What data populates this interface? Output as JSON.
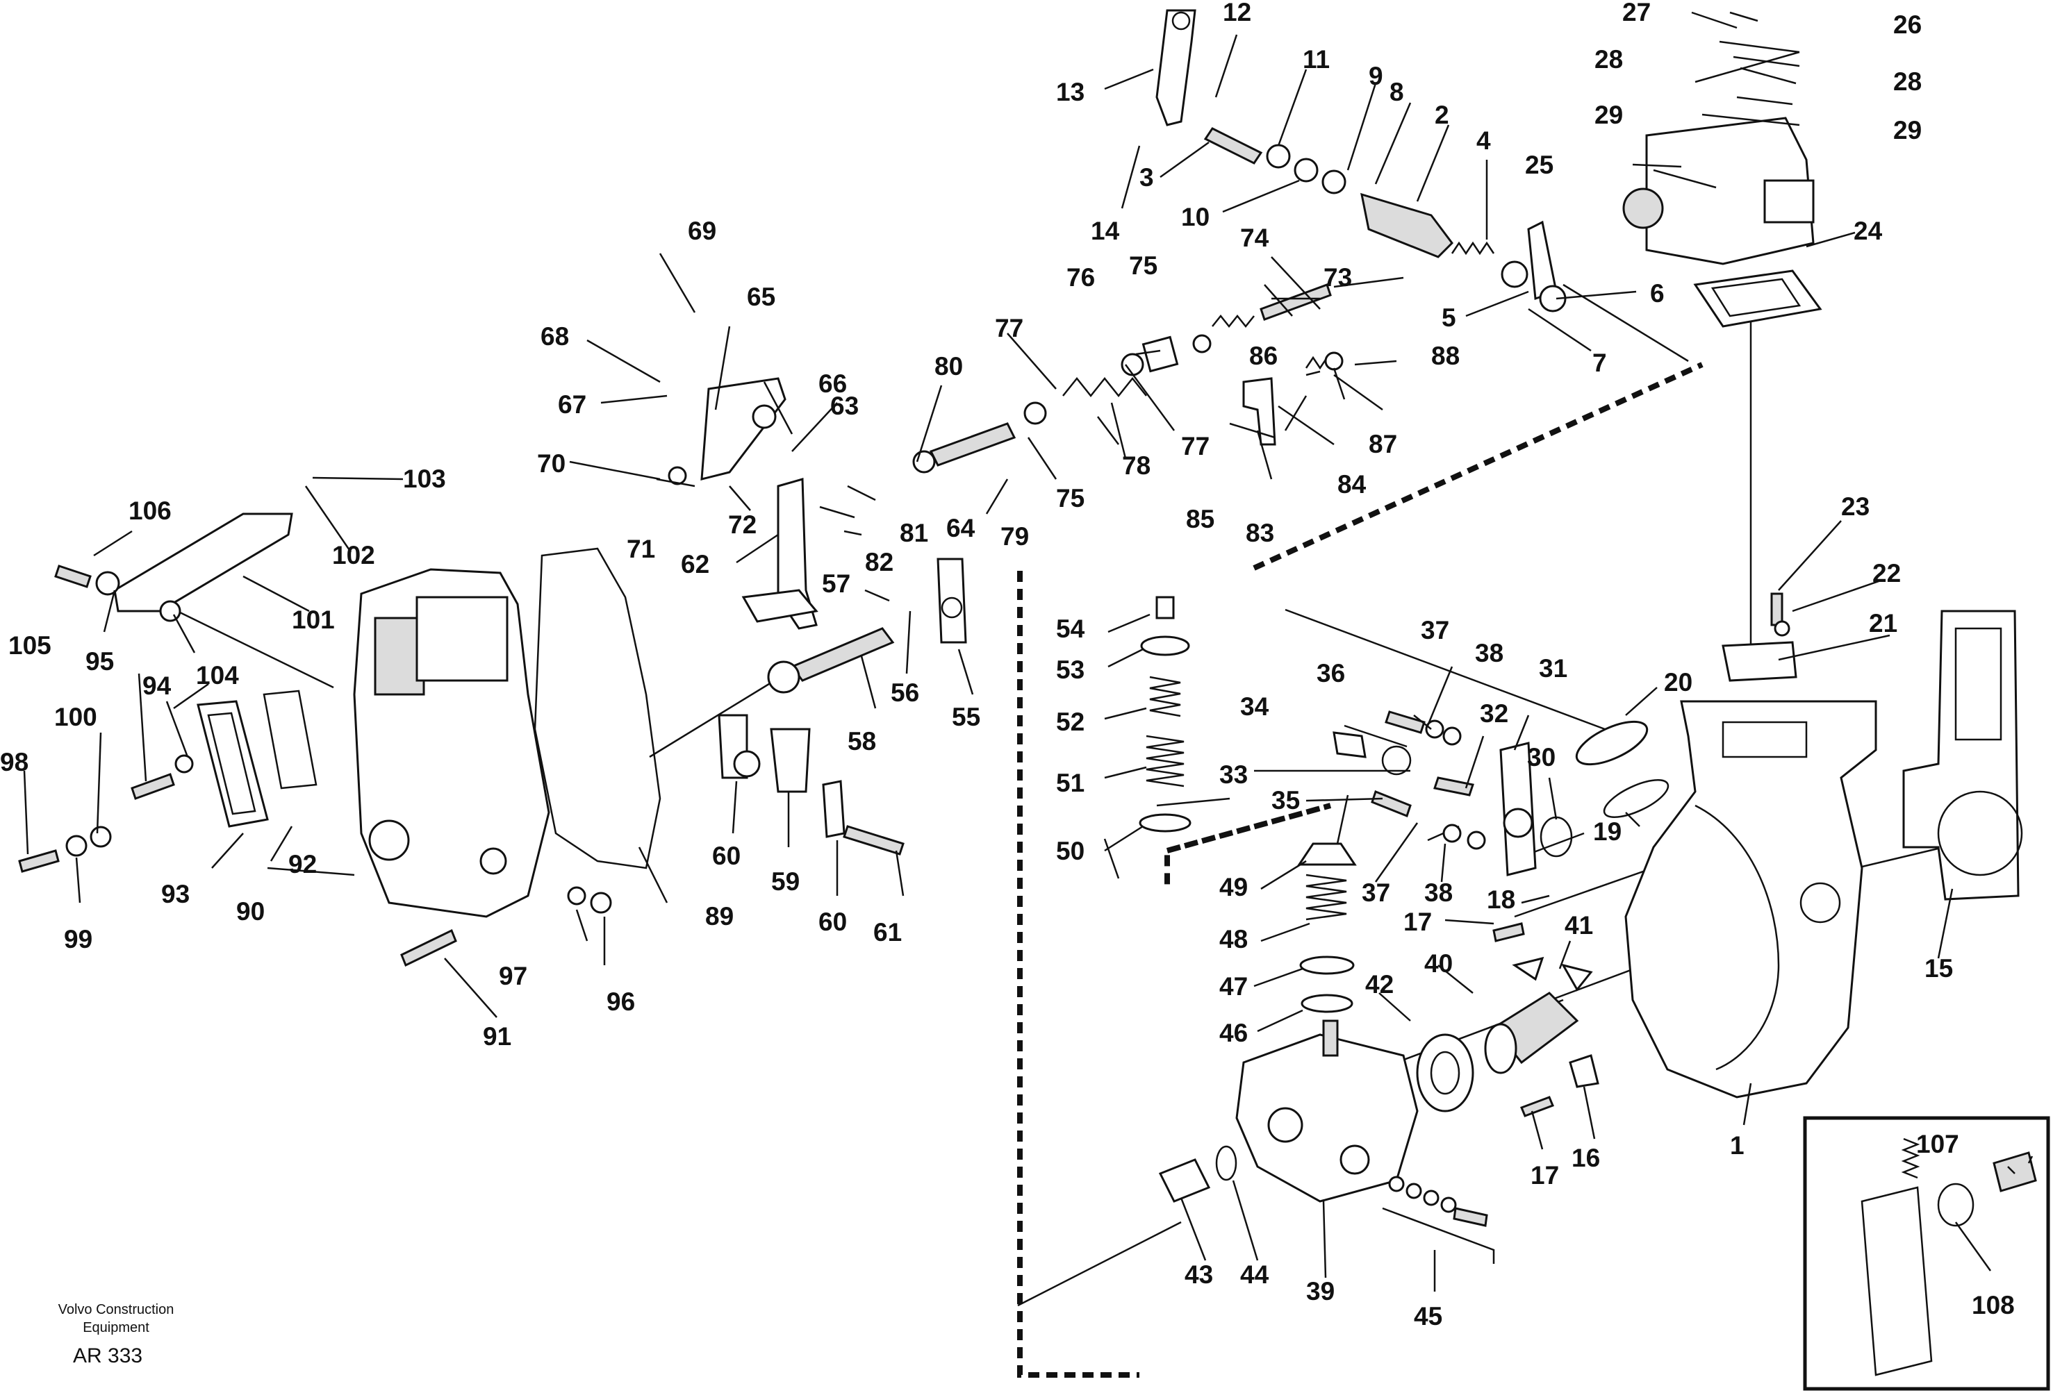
{
  "footer": {
    "company_line1": "Volvo Construction",
    "company_line2": "Equipment",
    "figure_ref": "AR 333"
  },
  "callouts": [
    "1",
    "2",
    "3",
    "4",
    "5",
    "6",
    "7",
    "8",
    "9",
    "10",
    "11",
    "12",
    "13",
    "14",
    "15",
    "16",
    "17",
    "17",
    "18",
    "19",
    "20",
    "21",
    "22",
    "23",
    "24",
    "25",
    "26",
    "27",
    "28",
    "28",
    "29",
    "29",
    "30",
    "31",
    "32",
    "33",
    "34",
    "35",
    "36",
    "37",
    "37",
    "38",
    "38",
    "39",
    "40",
    "41",
    "42",
    "43",
    "44",
    "45",
    "46",
    "47",
    "48",
    "49",
    "50",
    "51",
    "52",
    "53",
    "54",
    "55",
    "56",
    "57",
    "58",
    "59",
    "60",
    "60",
    "61",
    "62",
    "63",
    "64",
    "65",
    "66",
    "67",
    "68",
    "69",
    "70",
    "71",
    "72",
    "73",
    "74",
    "75",
    "75",
    "76",
    "77",
    "77",
    "78",
    "79",
    "80",
    "81",
    "82",
    "83",
    "84",
    "85",
    "86",
    "87",
    "88",
    "89",
    "90",
    "91",
    "92",
    "93",
    "94",
    "95",
    "96",
    "97",
    "98",
    "99",
    "100",
    "101",
    "102",
    "103",
    "104",
    "105",
    "106",
    "107",
    "108"
  ]
}
